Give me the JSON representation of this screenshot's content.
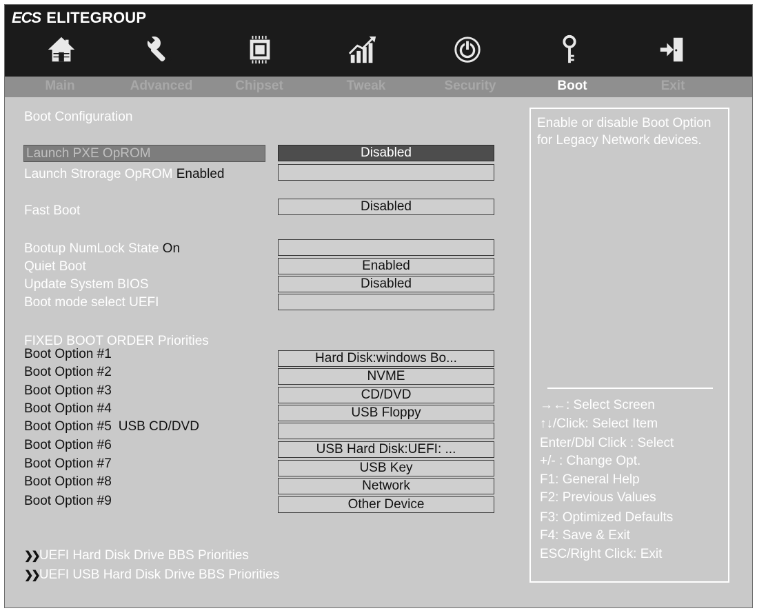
{
  "brand": {
    "logo": "ECS",
    "name": "ELITEGROUP"
  },
  "nav": [
    {
      "label": "Main",
      "icon": "home-icon",
      "active": false
    },
    {
      "label": "Advanced",
      "icon": "wrench-icon",
      "active": false
    },
    {
      "label": "Chipset",
      "icon": "chip-icon",
      "active": false
    },
    {
      "label": "Tweak",
      "icon": "chart-icon",
      "active": false
    },
    {
      "label": "Security",
      "icon": "power-icon",
      "active": false
    },
    {
      "label": "Boot",
      "icon": "key-icon",
      "active": true
    },
    {
      "label": "Exit",
      "icon": "exit-icon",
      "active": false
    }
  ],
  "section_title": "Boot Configuration",
  "settings": {
    "launch_pxe": {
      "label": "Launch PXE OpROM",
      "value": "Disabled"
    },
    "launch_storage": {
      "label": "Launch Strorage OpROM",
      "inline_value": "Enabled",
      "value": ""
    },
    "fast_boot": {
      "label": "Fast Boot",
      "value": "Disabled"
    },
    "numlock": {
      "label": "Bootup NumLock State",
      "inline_value": "On",
      "value": ""
    },
    "quiet_boot": {
      "label": "Quiet Boot",
      "value": "Enabled"
    },
    "update_bios": {
      "label": "Update System BIOS",
      "value": "Disabled"
    },
    "boot_mode": {
      "label": "Boot mode select",
      "inline_value": "UEFI",
      "value": ""
    }
  },
  "fixed_boot_order_title": "FIXED BOOT ORDER Priorities",
  "boot_options": [
    {
      "label": "Boot Option #1",
      "inline_value": "",
      "value": "Hard Disk:windows Bo..."
    },
    {
      "label": "Boot Option #2",
      "inline_value": "",
      "value": "NVME"
    },
    {
      "label": "Boot Option #3",
      "inline_value": "",
      "value": "CD/DVD"
    },
    {
      "label": "Boot Option #4",
      "inline_value": "",
      "value": "USB Floppy"
    },
    {
      "label": "Boot Option #5",
      "inline_value": "USB CD/DVD",
      "value": ""
    },
    {
      "label": "Boot Option #6",
      "inline_value": "",
      "value": "USB Hard Disk:UEFI: ..."
    },
    {
      "label": "Boot Option #7",
      "inline_value": "",
      "value": "USB Key"
    },
    {
      "label": "Boot Option #8",
      "inline_value": "",
      "value": "Network"
    },
    {
      "label": "Boot Option #9",
      "inline_value": "",
      "value": "Other Device"
    }
  ],
  "submenus": [
    "UEFI Hard Disk Drive BBS Priorities",
    "UEFI USB Hard Disk Drive BBS Priorities"
  ],
  "help": {
    "description": "Enable or disable Boot Option for Legacy Network devices.",
    "keys": [
      "→←: Select Screen",
      "↑↓/Click: Select Item",
      "Enter/Dbl Click : Select",
      "+/- : Change Opt.",
      "F1: General Help",
      "F2: Previous Values",
      "F3: Optimized Defaults",
      "F4: Save & Exit",
      "ESC/Right Click: Exit"
    ]
  },
  "colors": {
    "header_bg": "#1b1b1b",
    "tab_bar_bg": "#8f8f8f",
    "body_bg": "#c9c9c9",
    "selected_field_bg": "#4d4d4d"
  }
}
